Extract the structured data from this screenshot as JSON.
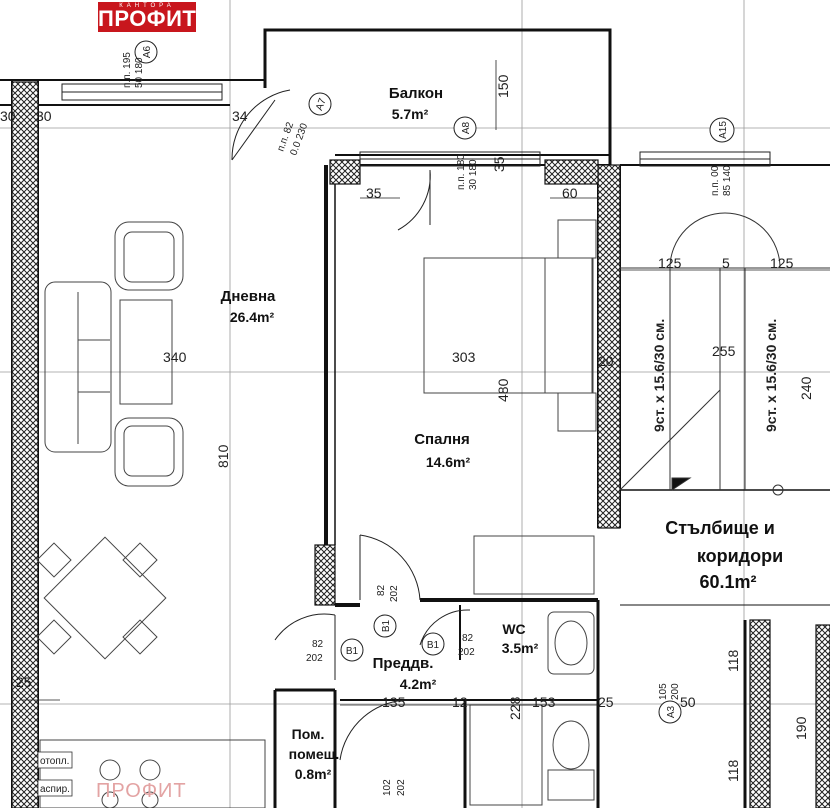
{
  "brand": {
    "name": "ПРОФИТ",
    "subtitle": "КАНТОРА",
    "watermark": "ПРОФИТ"
  },
  "rooms": {
    "balcony": {
      "name": "Балкон",
      "area": "5.7m²"
    },
    "living": {
      "name": "Дневна",
      "area": "26.4m²"
    },
    "bedroom": {
      "name": "Спалня",
      "area": "14.6m²"
    },
    "stairs": {
      "name_line1": "Стълбище и",
      "name_line2": "коридори",
      "area": "60.1m²"
    },
    "wc": {
      "name": "WC",
      "area": "3.5m²"
    },
    "hall": {
      "name": "Преддв.",
      "area": "4.2m²"
    },
    "utility": {
      "name_line1": "Пом.",
      "name_line2": "помещ.",
      "area": "0.8m²"
    }
  },
  "dimensions": {
    "d30": "30",
    "d30b": "30",
    "d34": "34",
    "d35": "35",
    "d35b": "35",
    "d60": "60",
    "d150": "150",
    "d340": "340",
    "d303": "303",
    "d480": "480",
    "d810": "810",
    "d125a": "125",
    "d5": "5",
    "d125b": "125",
    "d255": "255",
    "d240": "240",
    "d20": "20",
    "d25a": "25",
    "d25b": "25",
    "d135": "135",
    "d12": "12",
    "d228": "228",
    "d153": "153",
    "d50": "50",
    "d118a": "118",
    "d118b": "118",
    "d190": "190"
  },
  "stairs_labels": {
    "left": "9ст. x 15.6/30 см.",
    "right": "9ст. x 15.6/30 см."
  },
  "windows": {
    "a6": {
      "tag": "A6",
      "line1": "п.п. 195",
      "line2": "50 180"
    },
    "a7": {
      "tag": "A7",
      "line1": "п.п. 82",
      "line2": "0.0 230"
    },
    "a8": {
      "tag": "A8",
      "line1": "п.п. 180",
      "line2": "30 180"
    },
    "a15": {
      "tag": "A15",
      "line1": "п.п. 00",
      "line2": "85 140"
    },
    "a3": {
      "tag": "A3",
      "line1": "105",
      "line2": "200"
    }
  },
  "doors": {
    "b1_bed": {
      "tag": "B1",
      "w": "82",
      "h": "202"
    },
    "b1_hall": {
      "tag": "B1",
      "w": "82",
      "h": "202"
    },
    "b1_wc": {
      "tag": "B1",
      "w": "82",
      "h": "202"
    },
    "util": {
      "w": "102",
      "h": "202"
    }
  },
  "appliances": {
    "heating": "отопл.",
    "vent": "аспир."
  }
}
